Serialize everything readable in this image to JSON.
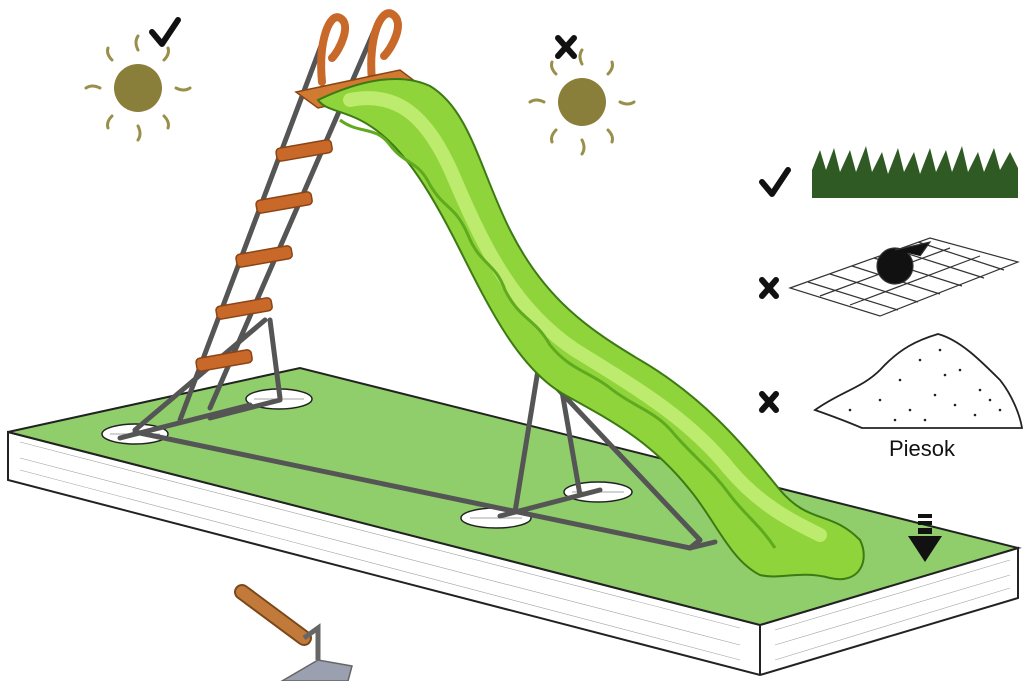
{
  "labels": {
    "sand": "Piesok"
  },
  "colors": {
    "grass_base": "#8fce6a",
    "base_edge": "#222222",
    "slide_light": "#a8e04a",
    "slide_dark": "#5faa1e",
    "ladder_rung": "#c8692a",
    "frame_metal": "#555555",
    "sun": "#8a7f3a",
    "sun_rays": "#9a8f4a",
    "grass_icon": "#2f5a24",
    "mark": "#111111",
    "trowel_handle": "#c27a3a",
    "trowel_blade": "#9aa0b0"
  },
  "icons": {
    "sun_ok": "sun-icon",
    "sun_bad": "sun-icon",
    "check": "check-icon",
    "cross": "cross-icon",
    "grass": "grass-icon",
    "paving": "paving-icon",
    "sand": "sand-pile-icon",
    "arrow": "down-arrow-icon",
    "trowel": "trowel-icon"
  },
  "recommendations": {
    "sun_with_check": "ok",
    "sun_with_cross": "not-ok",
    "grass": "ok",
    "paving": "not-ok",
    "sand": "not-ok"
  }
}
